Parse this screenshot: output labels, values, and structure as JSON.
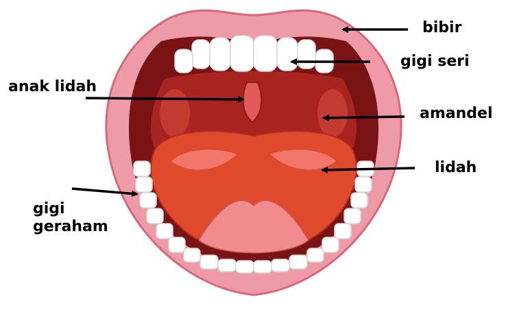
{
  "labels": {
    "bibir": "bibir",
    "gigi_seri": "gigi seri",
    "anak_lidah": "anak lidah",
    "amandel": "amandel",
    "lidah": "lidah",
    "gigi_geraham_line1": "gigi",
    "gigi_geraham_line2": "geraham"
  },
  "colors": {
    "lip": "#ef9aa7",
    "lip_dark": "#d9677c",
    "teeth": "#ffffff",
    "mouth_interior": "#8b1a1a",
    "palate": "#b52a22",
    "tongue": "#e04a2c",
    "tongue_light": "#f2776b",
    "uvula": "#e35a5a",
    "arrow": "#000000"
  }
}
